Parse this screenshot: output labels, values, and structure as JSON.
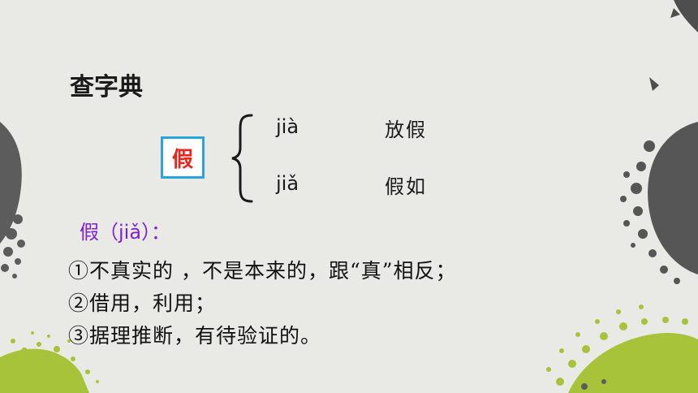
{
  "slide": {
    "title": "查字典",
    "character": "假",
    "readings": [
      {
        "pinyin": "jià",
        "word": "放假"
      },
      {
        "pinyin": "jiǎ",
        "word": "假如"
      }
    ],
    "entry_heading": "假（jiǎ）：",
    "definitions": [
      "①不真实的 ，不是本来的，跟“真”相反；",
      "②借用，利用；",
      "③据理推断，有待验证的。"
    ]
  },
  "colors": {
    "background": "#e9e9e6",
    "char_border": "#2aa3df",
    "char_text": "#e8241c",
    "entry_heading": "#7f1fd8",
    "deco_dark": "#5a5a5a",
    "deco_green": "#a7c33a"
  },
  "icons": {
    "brace": "left-curly-brace",
    "decoration": "dotted-plant-silhouettes"
  }
}
